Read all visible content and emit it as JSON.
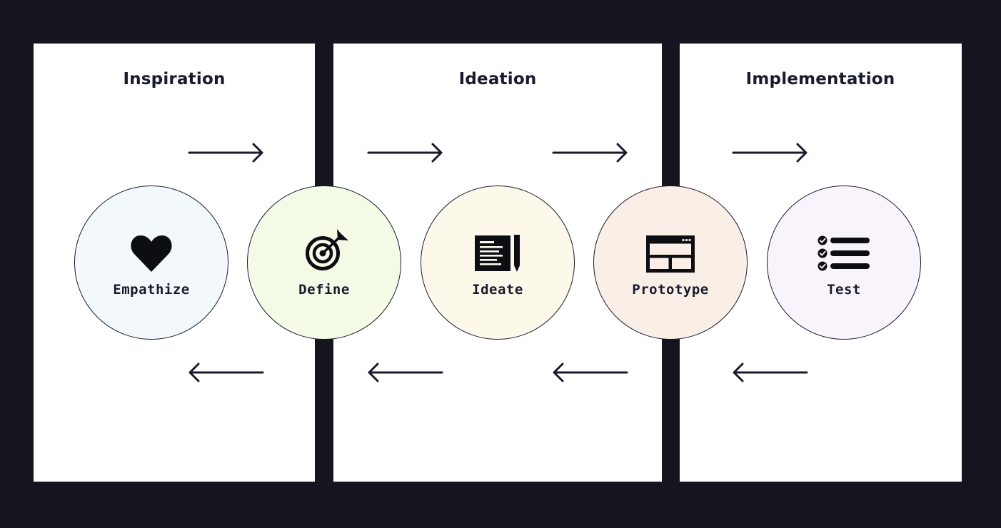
{
  "phases": [
    {
      "title": "Inspiration"
    },
    {
      "title": "Ideation"
    },
    {
      "title": "Implementation"
    }
  ],
  "stages": [
    {
      "label": "Empathize",
      "icon": "heart-icon",
      "color": "#f3f8fd"
    },
    {
      "label": "Define",
      "icon": "target-icon",
      "color": "#f3fbe6"
    },
    {
      "label": "Ideate",
      "icon": "document-pen-icon",
      "color": "#fdf9ea"
    },
    {
      "label": "Prototype",
      "icon": "browser-window-icon",
      "color": "#faefe6"
    },
    {
      "label": "Test",
      "icon": "checklist-icon",
      "color": "#f9f3fb"
    }
  ],
  "colors": {
    "background": "#16151f",
    "panel": "#ffffff",
    "ink": "#1a1a2e"
  }
}
